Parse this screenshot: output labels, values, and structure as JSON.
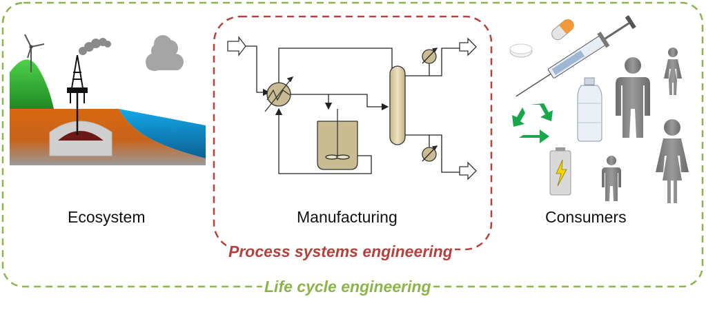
{
  "sections": {
    "ecosystem": {
      "label": "Ecosystem"
    },
    "manufacturing": {
      "label": "Manufacturing"
    },
    "consumers": {
      "label": "Consumers"
    }
  },
  "scopes": {
    "process_systems_engineering": {
      "label": "Process systems engineering",
      "color": "#b5403c"
    },
    "life_cycle_engineering": {
      "label": "Life cycle engineering",
      "color": "#8cb44a"
    }
  },
  "icons": [
    "wind-turbine-icon",
    "oil-rig-icon",
    "smoke-icon",
    "cloud-icon",
    "reservoir-icon",
    "heat-exchanger-icon",
    "reactor-icon",
    "distillation-column-icon",
    "condenser-icon",
    "reboiler-icon",
    "stream-arrow-icon",
    "pill-icon",
    "capsule-icon",
    "syringe-icon",
    "recycle-icon",
    "bottle-icon",
    "battery-icon",
    "man-icon",
    "woman-icon",
    "child-icon"
  ]
}
